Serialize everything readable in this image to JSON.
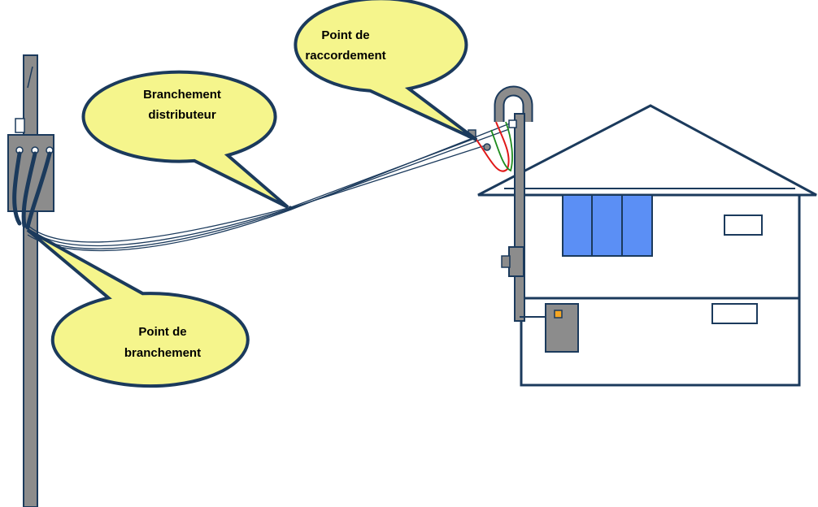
{
  "diagram": {
    "callouts": {
      "branchement_distributeur": {
        "line1": "Branchement",
        "line2": "distributeur"
      },
      "point_de_raccordement": {
        "line1": "Point de",
        "line2": "raccordement"
      },
      "point_de_branchement": {
        "line1": "Point de",
        "line2": "branchement"
      }
    },
    "colors": {
      "outline": "#1b3a5c",
      "callout_fill": "#f5f58c",
      "pole_fill": "#8c8c8c",
      "window_fill": "#5b8ff5",
      "wire_red": "#e01818",
      "wire_green": "#1e8c1e",
      "meter_indicator": "#f5a623"
    }
  }
}
